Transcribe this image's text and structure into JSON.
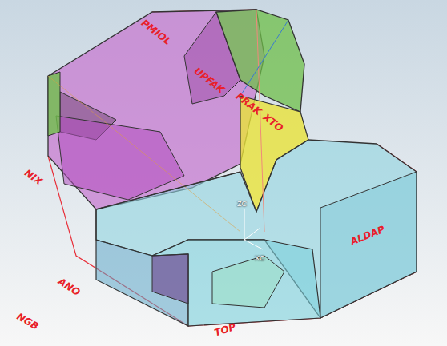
{
  "diagram": {
    "labels": [
      "PMIOL",
      "UPFAK",
      "PRAK",
      "XTO",
      "NIX",
      "ANO",
      "NGB",
      "ALDAP",
      "TOP",
      "ZC",
      "XC"
    ]
  }
}
